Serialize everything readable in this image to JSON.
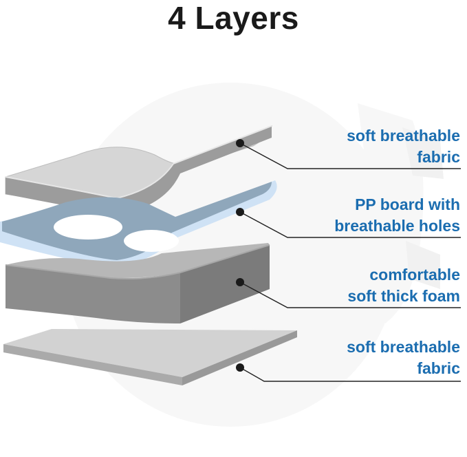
{
  "title": "4 Layers",
  "layers": [
    {
      "line1": "soft breathable",
      "line2": "fabric"
    },
    {
      "line1": "PP board with",
      "line2": "breathable holes"
    },
    {
      "line1": "comfortable",
      "line2": "soft thick foam"
    },
    {
      "line1": "soft breathable",
      "line2": "fabric"
    }
  ],
  "colors": {
    "title": "#1a1a1a",
    "label": "#1b6db0",
    "fabric_top": "#d4d4d4",
    "fabric_side": "#9a9a9a",
    "board_top": "#8fa7bb",
    "board_edge": "#c5dcf3",
    "foam_top": "#a3a3a3",
    "foam_side": "#808080",
    "leader": "#222222"
  }
}
